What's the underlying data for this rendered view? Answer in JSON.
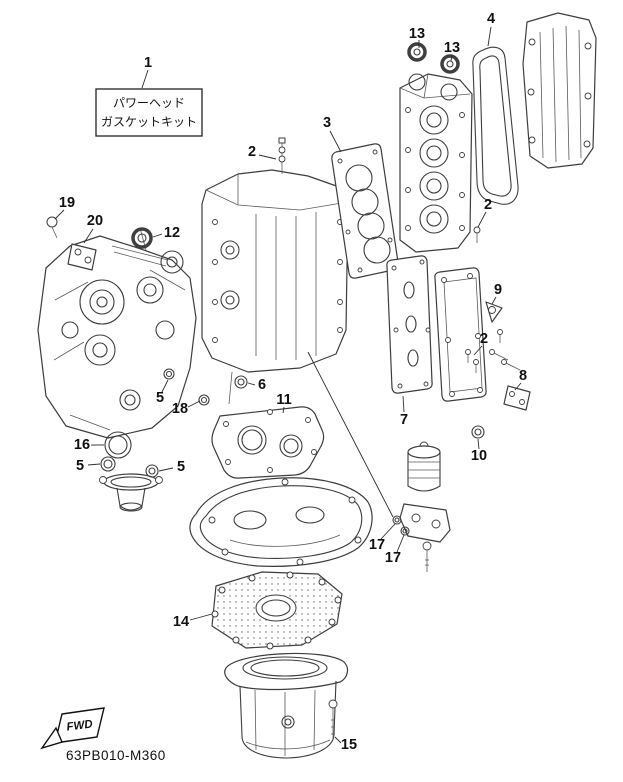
{
  "diagram": {
    "kit_label": {
      "line1": "パワーヘッド",
      "line2": "ガスケットキット"
    },
    "part_code": "63PB010-M360",
    "fwd_label": "FWD",
    "callouts": [
      {
        "n": "1"
      },
      {
        "n": "13"
      },
      {
        "n": "13"
      },
      {
        "n": "4"
      },
      {
        "n": "3"
      },
      {
        "n": "2"
      },
      {
        "n": "2"
      },
      {
        "n": "19"
      },
      {
        "n": "20"
      },
      {
        "n": "12"
      },
      {
        "n": "9"
      },
      {
        "n": "2"
      },
      {
        "n": "8"
      },
      {
        "n": "5"
      },
      {
        "n": "6"
      },
      {
        "n": "18"
      },
      {
        "n": "11"
      },
      {
        "n": "7"
      },
      {
        "n": "10"
      },
      {
        "n": "16"
      },
      {
        "n": "5"
      },
      {
        "n": "5"
      },
      {
        "n": "17"
      },
      {
        "n": "17"
      },
      {
        "n": "14"
      },
      {
        "n": "15"
      }
    ]
  }
}
